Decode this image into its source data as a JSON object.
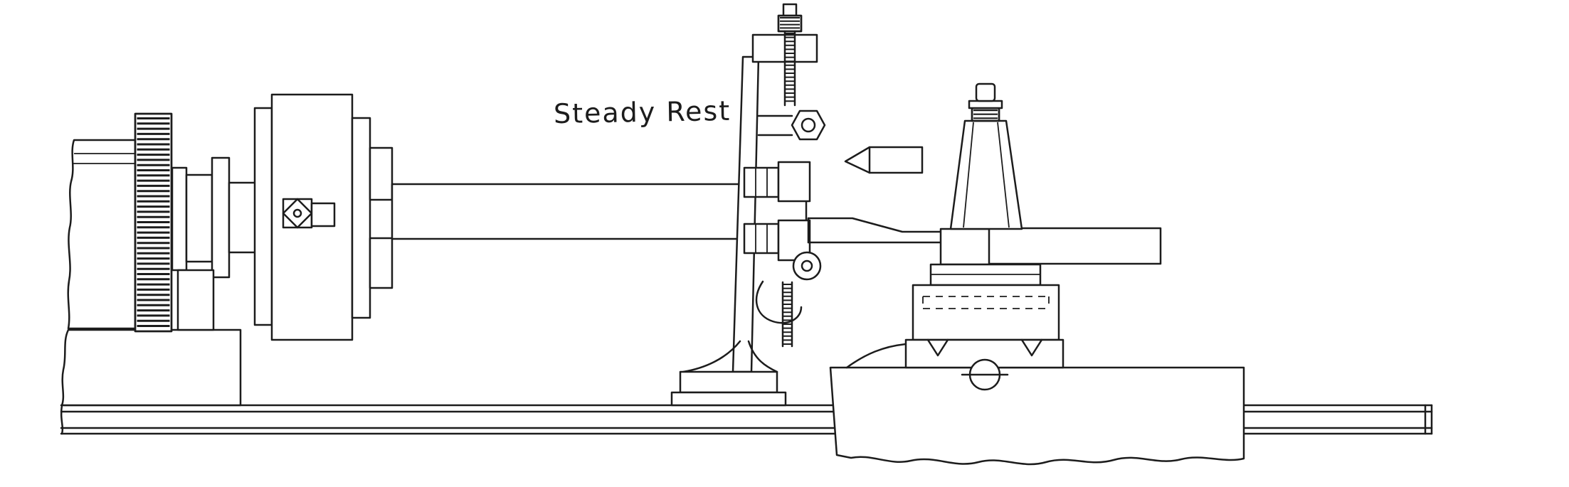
{
  "figure": {
    "caption": "Steady Rest",
    "background": "#ffffff",
    "line_color": "#1c1c1c",
    "parts": {
      "headstock": "headstock-pulley-and-back-gear",
      "chuck": "lathe-chuck",
      "workpiece": "workpiece-bar",
      "steady_rest": "steady-rest",
      "tool": "cutting-tool",
      "tool_post": "tool-post",
      "carriage": "carriage-apron",
      "bed": "lathe-bed"
    }
  }
}
